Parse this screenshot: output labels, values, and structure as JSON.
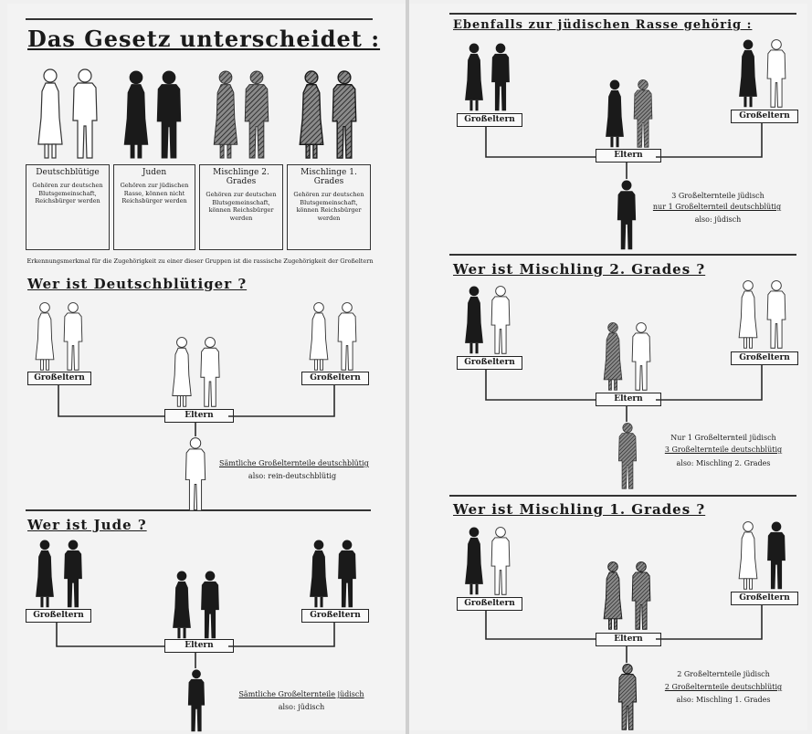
{
  "left": {
    "title": "Das Gesetz unterscheidet :",
    "categories": [
      {
        "title": "Deutschblütige",
        "text": "Gehören zur deutschen Blutsgemeinschaft, Reichsbürger werden"
      },
      {
        "title": "Juden",
        "text": "Gehören zur jüdischen Rasse, können nicht Reichsbürger werden"
      },
      {
        "title": "Mischlinge 2. Grades",
        "text": "Gehören zur deutschen Blutsgemeinschaft, können Reichsbürger werden"
      },
      {
        "title": "Mischlinge 1. Grades",
        "text": "Gehören zur deutschen Blutsgemeinschaft, können Reichsbürger werden"
      }
    ],
    "note": "Erkennungsmerkmal für die Zugehörigkeit zu einer dieser Gruppen ist die rassische Zugehörigkeit der Großeltern",
    "sections": [
      {
        "title": "Wer ist Deutschblütiger ?",
        "grandparents_label": "Großeltern",
        "parents_label": "Eltern",
        "caption_1": "Sämtliche Großelternteile deutschblütig",
        "caption_2": "also: rein-deutschblütig"
      },
      {
        "title": "Wer ist Jude ?",
        "grandparents_label": "Großeltern",
        "parents_label": "Eltern",
        "caption_1": "Sämtliche Großelternteile jüdisch",
        "caption_2": "also: jüdisch"
      }
    ]
  },
  "right": {
    "sections": [
      {
        "title": "Ebenfalls zur jüdischen Rasse gehörig :",
        "grandparents_label": "Großeltern",
        "parents_label": "Eltern",
        "caption_1": "3 Großelternteile jüdisch",
        "caption_2": "nur 1 Großelternteil deutschblütig",
        "caption_3": "also: jüdisch"
      },
      {
        "title": "Wer ist Mischling 2. Grades ?",
        "grandparents_label": "Großeltern",
        "parents_label": "Eltern",
        "caption_1": "Nur 1 Großelternteil jüdisch",
        "caption_2": "3 Großelternteile deutschblütig",
        "caption_3": "also: Mischling 2. Grades"
      },
      {
        "title": "Wer ist Mischling 1. Grades ?",
        "grandparents_label": "Großeltern",
        "parents_label": "Eltern",
        "caption_1": "2 Großelternteile jüdisch",
        "caption_2": "2 Großelternteile deutschblütig",
        "caption_3": "also: Mischling 1. Grades"
      }
    ]
  },
  "colors": {
    "white_figure": "#ffffff",
    "black_figure": "#1a1a1a",
    "hatched_figure": "#6e6e6e",
    "paper": "#f3f3f3",
    "ink": "#1a1a1a"
  }
}
